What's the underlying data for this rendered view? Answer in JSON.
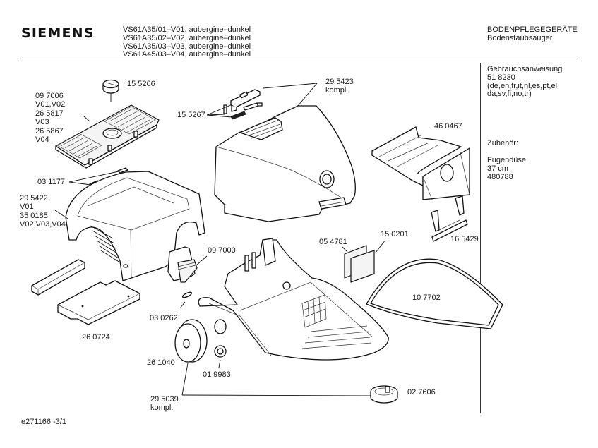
{
  "header": {
    "brand": "SIEMENS",
    "models": [
      "VS61A35/01–V01, aubergine–dunkel",
      "VS61A35/02–V02, aubergine–dunkel",
      "VS61A35/03–V03, aubergine–dunkel",
      "VS61A45/03–V04, aubergine–dunkel"
    ],
    "category": "BODENPFLEGEGERÄTE",
    "subcategory": "Bodenstaubsauger"
  },
  "sidebar": {
    "manual_title": "Gebrauchsanweisung",
    "manual_number": "51 8230",
    "manual_languages_1": "(de,en,fr,it,nl,es,pt,el",
    "manual_languages_2": "da,sv,fi,no,tr)",
    "accessories_title": "Zubehör:",
    "accessory_name": "Fugendüse",
    "accessory_size": "37 cm",
    "accessory_number": "480788"
  },
  "parts": {
    "cap_knob": "15 5266",
    "filter_cover": [
      "09 7006",
      "V01,V02",
      "26 5817",
      "V03",
      "26 5867",
      "V04"
    ],
    "clip_pads": "03 1177",
    "housing_frame": [
      "29 5422",
      "V01",
      "35 0185",
      "V02,V03,V04"
    ],
    "foam_filter": "26 0724",
    "latch_springs": "15 5267",
    "lid_complete": [
      "29 5423",
      "kompl."
    ],
    "dust_bag": "46 0467",
    "bag_holder": "16 5429",
    "nozzle_flap": "09 7000",
    "pin": "03 0262",
    "filter_pad_a": "05 4781",
    "filter_pad_b": "15 0201",
    "seal": "10 7702",
    "wheel": "26 1040",
    "wheel_clip": "01 9983",
    "base_complete": [
      "29 5039",
      "kompl."
    ],
    "swivel_castor": "02 7606"
  },
  "footer": {
    "doc_code": "e271166 -3/1"
  }
}
